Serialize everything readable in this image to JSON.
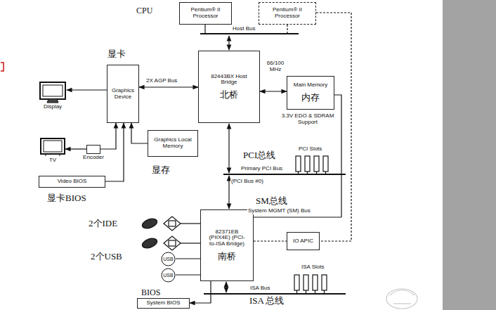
{
  "diagram": {
    "nodes": [
      {
        "text": [
          "Pentium® II Processor"
        ]
      },
      {
        "text": [
          "Pentium® II Processor"
        ]
      },
      {
        "text": [
          "Graphics Device"
        ]
      },
      {
        "text": [
          "82443BX Host Bridge",
          "北桥"
        ]
      },
      {
        "text": [
          "Main Memory",
          "内存"
        ]
      },
      {
        "text": [
          "Display"
        ]
      },
      {
        "text": [
          "Graphics Local Memory"
        ]
      },
      {
        "text": [
          "TV"
        ]
      },
      {
        "text": [
          "Encoder"
        ]
      },
      {
        "text": [
          "Video BIOS"
        ]
      },
      {
        "text": [
          "82371EB (PIIX4E) (PCI-to-ISA Bridge)",
          "南桥"
        ]
      },
      {
        "text": [
          "IO APIC"
        ]
      },
      {
        "text": [
          "USB"
        ]
      },
      {
        "text": [
          "USB"
        ]
      },
      {
        "text": [
          "System BIOS"
        ]
      }
    ],
    "edges": [
      {
        "from": 2,
        "to": 3,
        "label": "2X AGP Bus",
        "arrow": "both"
      },
      {
        "from": 3,
        "to": 4,
        "label": "66/100 MHz",
        "arrow": "both"
      },
      {
        "from": 2,
        "to": 5,
        "arrow": "to"
      },
      {
        "from": 8,
        "to": 7,
        "arrow": "to"
      },
      {
        "from": 8,
        "to": 2,
        "arrow": "to"
      },
      {
        "from": 9,
        "to": 2,
        "arrow": "to"
      },
      {
        "from": 6,
        "to": 2,
        "arrow": "to"
      },
      {
        "from": 10,
        "to": 14,
        "arrow": "to"
      },
      {
        "from": 12,
        "to": 10,
        "arrow": "none"
      },
      {
        "from": 13,
        "to": 10,
        "arrow": "none"
      },
      {
        "from": 10,
        "to": 11,
        "arrow": "none"
      },
      {
        "from": 1,
        "to": 11,
        "arrow": "none"
      }
    ],
    "labels": [
      "CPU",
      "Host Bus",
      "显卡",
      "3.3V EDO & SDRAM Support",
      "显存",
      "显卡BIOS",
      "PCI总线",
      "PCI Slots",
      "Primary PCI Bus",
      "(PCI Bus #0)",
      "SM总线",
      "System MGMT (SM) Bus",
      "2个IDE",
      "2个USB",
      "ISA Slots",
      "ISA Bus",
      "ISA 总线",
      "BIOS"
    ]
  }
}
